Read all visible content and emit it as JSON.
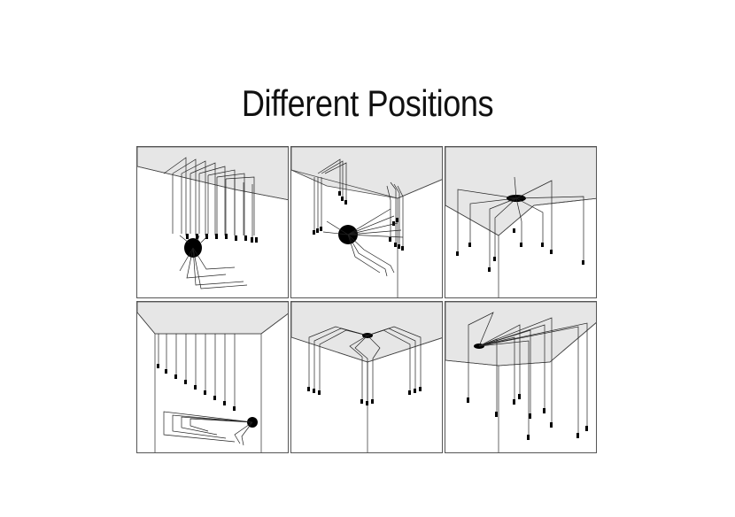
{
  "page": {
    "title": "Different Positions"
  },
  "panels": [
    {
      "id": "ceiling-drop-front-pendants"
    },
    {
      "id": "wall-corner-mount"
    },
    {
      "id": "ceiling-center-radial"
    },
    {
      "id": "room-corner-row"
    },
    {
      "id": "ceiling-split-groups"
    },
    {
      "id": "ceiling-angled-spread"
    }
  ]
}
